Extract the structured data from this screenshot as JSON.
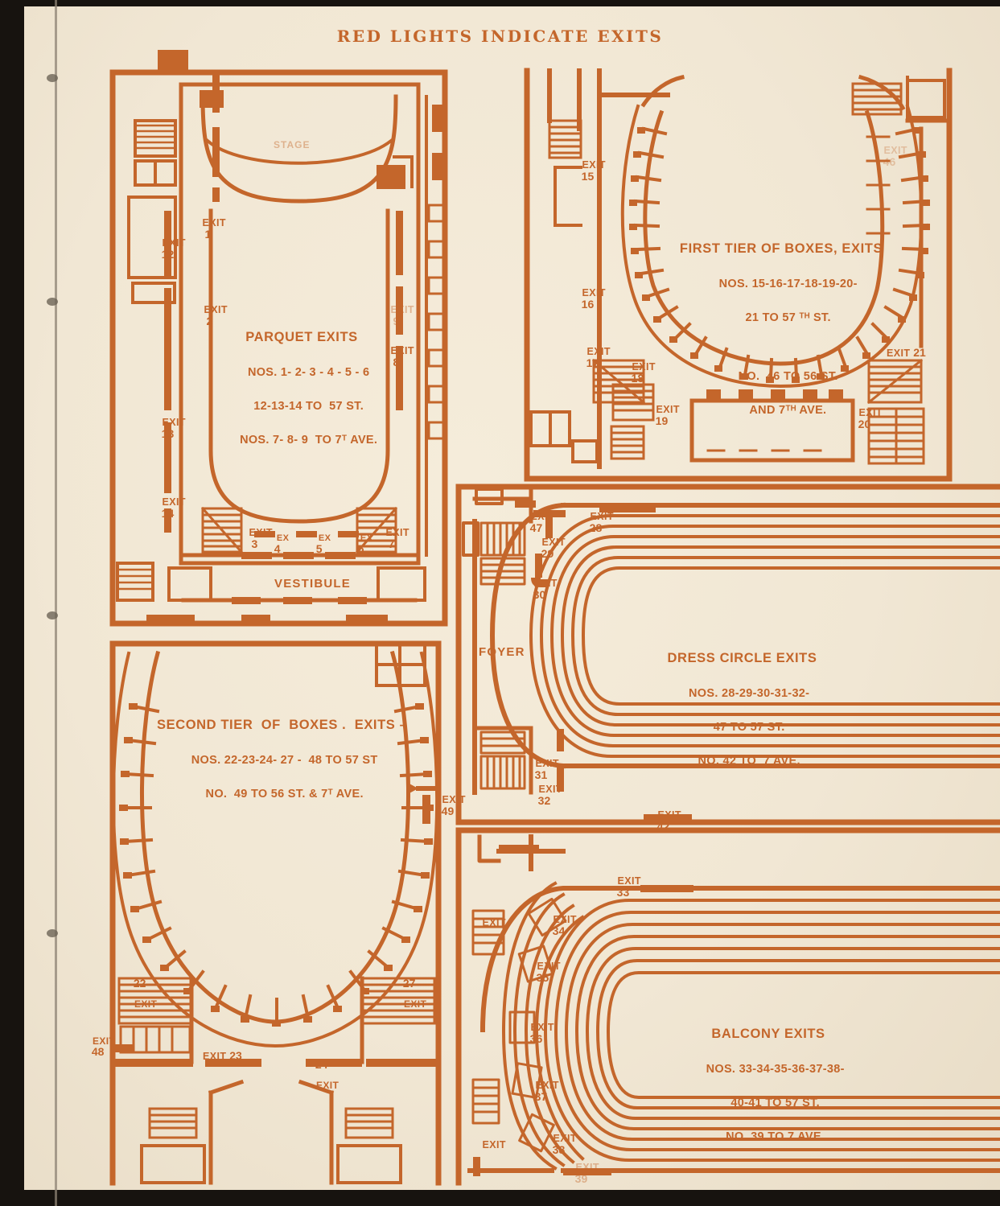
{
  "header": {
    "title": "RED LIGHTS INDICATE EXITS"
  },
  "accent_color": "#c4662b",
  "paper_color": "#f2e9d8",
  "plans": {
    "parquet": {
      "stage_label": "STAGE",
      "vestibule_label": "VESTIBULE",
      "legend": {
        "heading": "Parquet Exits",
        "line1": "Nos. 1- 2- 3 - 4 - 5 - 6",
        "line2": "12-13-14 To  57 St.",
        "line3": "Nos. 7- 8- 9  To 7ᵀ Ave."
      },
      "exits": [
        {
          "label": "Exit",
          "number": "1"
        },
        {
          "label": "Exit",
          "number": "2"
        },
        {
          "label": "Exit",
          "number": "3"
        },
        {
          "label": "Ex",
          "number": "4"
        },
        {
          "label": "Ex",
          "number": "5"
        },
        {
          "label": "Ex",
          "number": "6"
        },
        {
          "label": "Exit",
          "number": "7"
        },
        {
          "label": "Exit",
          "number": "8"
        },
        {
          "label": "Exit",
          "number": "9"
        },
        {
          "label": "Exit",
          "number": "12"
        },
        {
          "label": "Exit",
          "number": "13"
        },
        {
          "label": "Exit",
          "number": "14"
        }
      ]
    },
    "first_tier": {
      "legend": {
        "heading": "First Tier of Boxes, Exits",
        "line1": "Nos. 15-16-17-18-19-20-",
        "line2": "21 To 57 ᵀᴴ St.",
        "line3": "No.  46 To 56 St.",
        "line4": "and 7ᵀᴴ Ave."
      },
      "exits": [
        {
          "label": "Exit",
          "number": "15"
        },
        {
          "label": "Exit",
          "number": "16"
        },
        {
          "label": "Exit",
          "number": "17"
        },
        {
          "label": "Exit",
          "number": "18"
        },
        {
          "label": "Exit",
          "number": "19"
        },
        {
          "label": "Exit",
          "number": "20"
        },
        {
          "label": "Exit",
          "number": "21"
        },
        {
          "label": "Exit",
          "number": "46"
        }
      ]
    },
    "second_tier": {
      "legend": {
        "heading": "Second Tier  of  Boxes .  Exits –",
        "line1": "Nos. 22-23-24- 27 -  48 To 57 St",
        "line2": "No.  49 to 56 St. & 7ᵀ Ave."
      },
      "exits": [
        {
          "label": "Exit",
          "number": "22"
        },
        {
          "label": "Exit",
          "number": "23"
        },
        {
          "label": "Exit",
          "number": "24"
        },
        {
          "label": "Exit",
          "number": "27"
        },
        {
          "label": "Exit",
          "number": "48"
        },
        {
          "label": "Exit",
          "number": "49"
        }
      ]
    },
    "dress_circle": {
      "foyer_label": "FOYER",
      "legend": {
        "heading": "Dress Circle Exits",
        "line1": "Nos. 28-29-30-31-32-",
        "line2": "47 To 57 St.",
        "line3": "No. 42 To  7 Ave."
      },
      "exits": [
        {
          "label": "Exit",
          "number": "28"
        },
        {
          "label": "Exit",
          "number": "29"
        },
        {
          "label": "Exit",
          "number": "30"
        },
        {
          "label": "Exit",
          "number": "31"
        },
        {
          "label": "Exit",
          "number": "32"
        },
        {
          "label": "Exit",
          "number": "42"
        },
        {
          "label": "Exit",
          "number": "47"
        }
      ]
    },
    "balcony": {
      "legend": {
        "heading": "Balcony Exits",
        "line1": "Nos. 33-34-35-36-37-38-",
        "line2": "40-41 To 57 St.",
        "line3": "No. 39 To 7 Ave."
      },
      "exits": [
        {
          "label": "Exit",
          "number": "33"
        },
        {
          "label": "Exit",
          "number": "34"
        },
        {
          "label": "Exit",
          "number": "35"
        },
        {
          "label": "Exit",
          "number": "36"
        },
        {
          "label": "Exit",
          "number": "37"
        },
        {
          "label": "Exit",
          "number": "38"
        },
        {
          "label": "Exit",
          "number": "39"
        },
        {
          "label": "Exit",
          "number": ""
        }
      ]
    }
  }
}
